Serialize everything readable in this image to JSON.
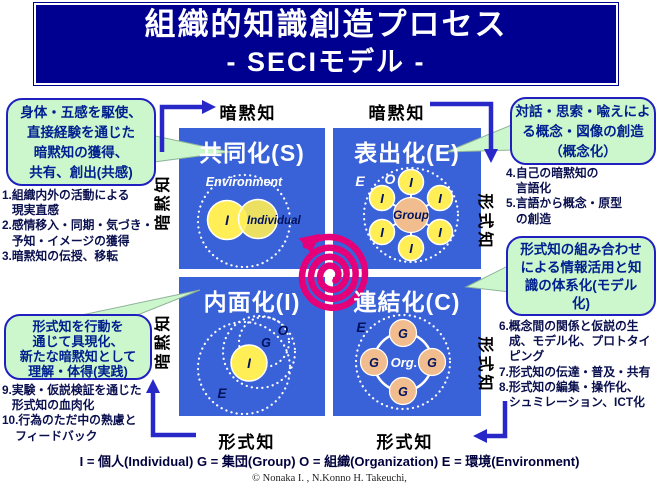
{
  "title": {
    "line1": "組織的知識創造プロセス",
    "line2": "- SECIモデル -"
  },
  "axis_labels": {
    "tacit": "暗黙知",
    "explicit": "形式知"
  },
  "symbols": {
    "individual": "I",
    "group": "G",
    "organization": "O",
    "environment": "E"
  },
  "quadrants": {
    "socialization": {
      "heading": "共同化(S)",
      "environment_label": "Environment",
      "individual_label": "Individual"
    },
    "externalization": {
      "heading": "表出化(E)",
      "group_label": "Group"
    },
    "internalization": {
      "heading": "内面化(I)"
    },
    "combination": {
      "heading": "連結化(C)",
      "org_label": "Org."
    }
  },
  "callouts": {
    "socialization": "身体・五感を駆使、\n直接経験を通じた\n暗黙知の獲得、\n共有、創出(共感)",
    "externalization": "対話・思索・喩えによ\nる概念・図像の創造\n（概念化）",
    "combination": "形式知の組み合わせ\nによる情報活用と知\n識の体系化(モデル\n化)",
    "internalization": "形式知を行動を\n通じて具現化、\n新たな暗黙知として\n理解・体得(実践)"
  },
  "notes": {
    "socialization": "1.組織内外の活動による\n   現実直感\n2.感情移入・同期・気づき・\n   予知・イメージの獲得\n3.暗黙知の伝授、移転",
    "externalization": "4.自己の暗黙知の\n   言語化\n5.言語から概念・原型\n   の創造",
    "combination": "6.概念間の関係と仮説の生\n   成、モデル化、プロトタイ\n   ピング\n7.形式知の伝達・普及・共有\n8.形式知の編集・操作化、\n   シュミレーション、ICT化",
    "internalization": "9.実験・仮説検証を通じた\n   形式知の血肉化\n10.行為のただ中の熟慮と\n    フィードバック"
  },
  "legend": "I = 個人(Individual)  G = 集団(Group)  O = 組織(Organization)  E = 環境(Environment)",
  "copyright": "© Nonaka I. , N.Konno H. Takeuchi,",
  "colors": {
    "title_navy": "#000090",
    "quadrant_blue": "#3a62d8",
    "callout_green": "#ccf7cc",
    "callout_border": "#2020c0",
    "arrow_blue": "#2828c8",
    "spiral_magenta": "#e5007a",
    "circle_yellow": "#ffee55",
    "circle_orange": "#f1bd8e"
  }
}
